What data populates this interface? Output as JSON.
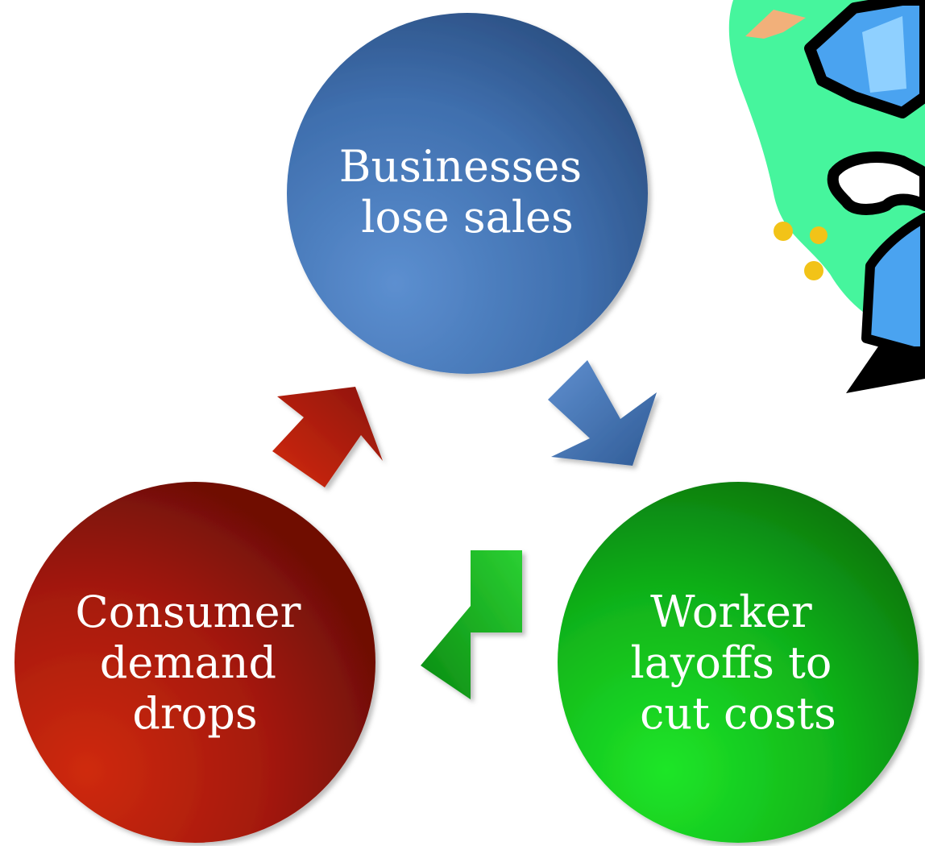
{
  "diagram": {
    "type": "cycle",
    "nodes": [
      {
        "id": "businesses",
        "lines": [
          "Businesses",
          "lose sales"
        ],
        "color": "#3f6fae"
      },
      {
        "id": "workers",
        "lines": [
          "Worker",
          "layoffs to",
          "cut costs"
        ],
        "color": "#13a81b"
      },
      {
        "id": "consumers",
        "lines": [
          "Consumer",
          "demand",
          "drops"
        ],
        "color": "#a51b0a"
      }
    ],
    "edges": [
      {
        "from": "businesses",
        "to": "workers",
        "color": "#4a78b4"
      },
      {
        "from": "workers",
        "to": "consumers",
        "color": "#1aa31f"
      },
      {
        "from": "consumers",
        "to": "businesses",
        "color": "#b81a08"
      }
    ]
  },
  "clipart": {
    "icon": "cartoon-businessman-icon",
    "colors": {
      "background": "#46f59d",
      "suit": "#4aa3f0",
      "outline": "#000000",
      "dots": "#f2c318"
    }
  }
}
